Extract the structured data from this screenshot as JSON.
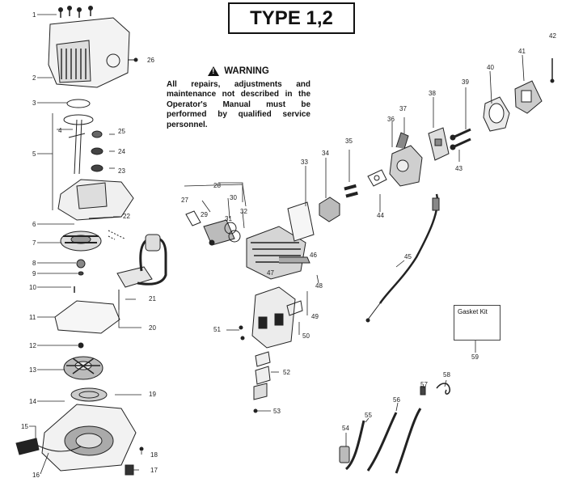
{
  "title": "TYPE 1,2",
  "warning": {
    "heading": "WARNING",
    "text": "All repairs, adjustments and maintenance not described in the Operator's Manual must be performed by qualified service personnel."
  },
  "gasket_kit": "Gasket Kit",
  "icons": {
    "warning": "warning-triangle-icon"
  },
  "labels": [
    "1",
    "2",
    "3",
    "4",
    "5",
    "6",
    "7",
    "8",
    "9",
    "10",
    "11",
    "12",
    "13",
    "14",
    "15",
    "16",
    "17",
    "18",
    "19",
    "20",
    "21",
    "22",
    "23",
    "24",
    "25",
    "26",
    "27",
    "28",
    "29",
    "30",
    "31",
    "32",
    "33",
    "34",
    "35",
    "36",
    "37",
    "38",
    "39",
    "40",
    "41",
    "42",
    "43",
    "44",
    "45",
    "46",
    "47",
    "48",
    "49",
    "50",
    "51",
    "52",
    "53",
    "54",
    "55",
    "56",
    "57",
    "58",
    "59"
  ]
}
